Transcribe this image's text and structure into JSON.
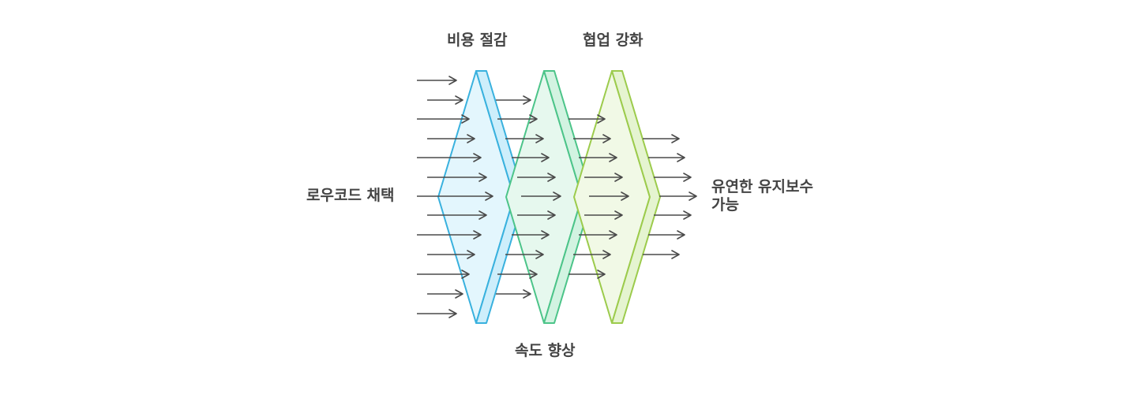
{
  "diagram": {
    "input_label": "로우코드 채택",
    "output_label": [
      "유연한 유지보수",
      "가능"
    ],
    "stages": [
      {
        "label": "비용 절감",
        "color": "#39b1de",
        "fill": "#e3f6fd",
        "side": "#cdeefb"
      },
      {
        "label": "속도 향상",
        "color": "#4cc489",
        "fill": "#e6f8ee",
        "side": "#d2f3e1"
      },
      {
        "label": "협업 강화",
        "color": "#9ccb4c",
        "fill": "#f1f9e6",
        "side": "#e5f4d0"
      }
    ],
    "arrow_color": "#4a4a4a"
  }
}
